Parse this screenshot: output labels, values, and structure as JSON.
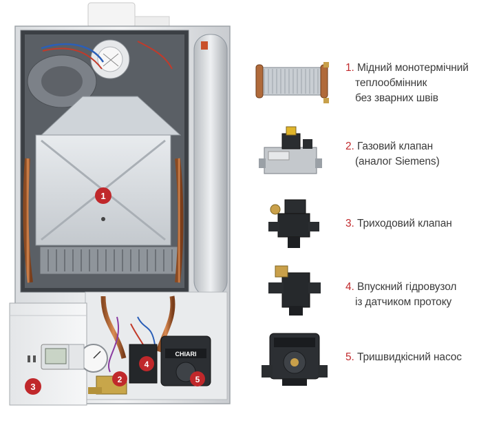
{
  "markers": [
    {
      "num": "1",
      "target": "heat-exchanger"
    },
    {
      "num": "2",
      "target": "gas-valve"
    },
    {
      "num": "3",
      "target": "control-panel"
    },
    {
      "num": "4",
      "target": "hydro-group"
    },
    {
      "num": "5",
      "target": "pump"
    }
  ],
  "pump_brand": "CHIARI",
  "colors": {
    "marker_red": "#c0282b",
    "text_gray": "#3a3a3a",
    "number_red": "#c0282b"
  },
  "parts": [
    {
      "num": "1.",
      "lines": [
        "Мідний монотермічний",
        "теплообмінник",
        "без зварних швів"
      ],
      "icon": "heat-exchanger-icon"
    },
    {
      "num": "2.",
      "lines": [
        "Газовий клапан",
        "(аналог Siemens)"
      ],
      "icon": "gas-valve-icon"
    },
    {
      "num": "3.",
      "lines": [
        "Триходовий клапан"
      ],
      "icon": "three-way-valve-icon"
    },
    {
      "num": "4.",
      "lines": [
        "Впускний гідровузол",
        "із датчиком протоку"
      ],
      "icon": "hydro-group-icon"
    },
    {
      "num": "5.",
      "lines": [
        "Тришвидкісний насос"
      ],
      "icon": "pump-icon"
    }
  ]
}
